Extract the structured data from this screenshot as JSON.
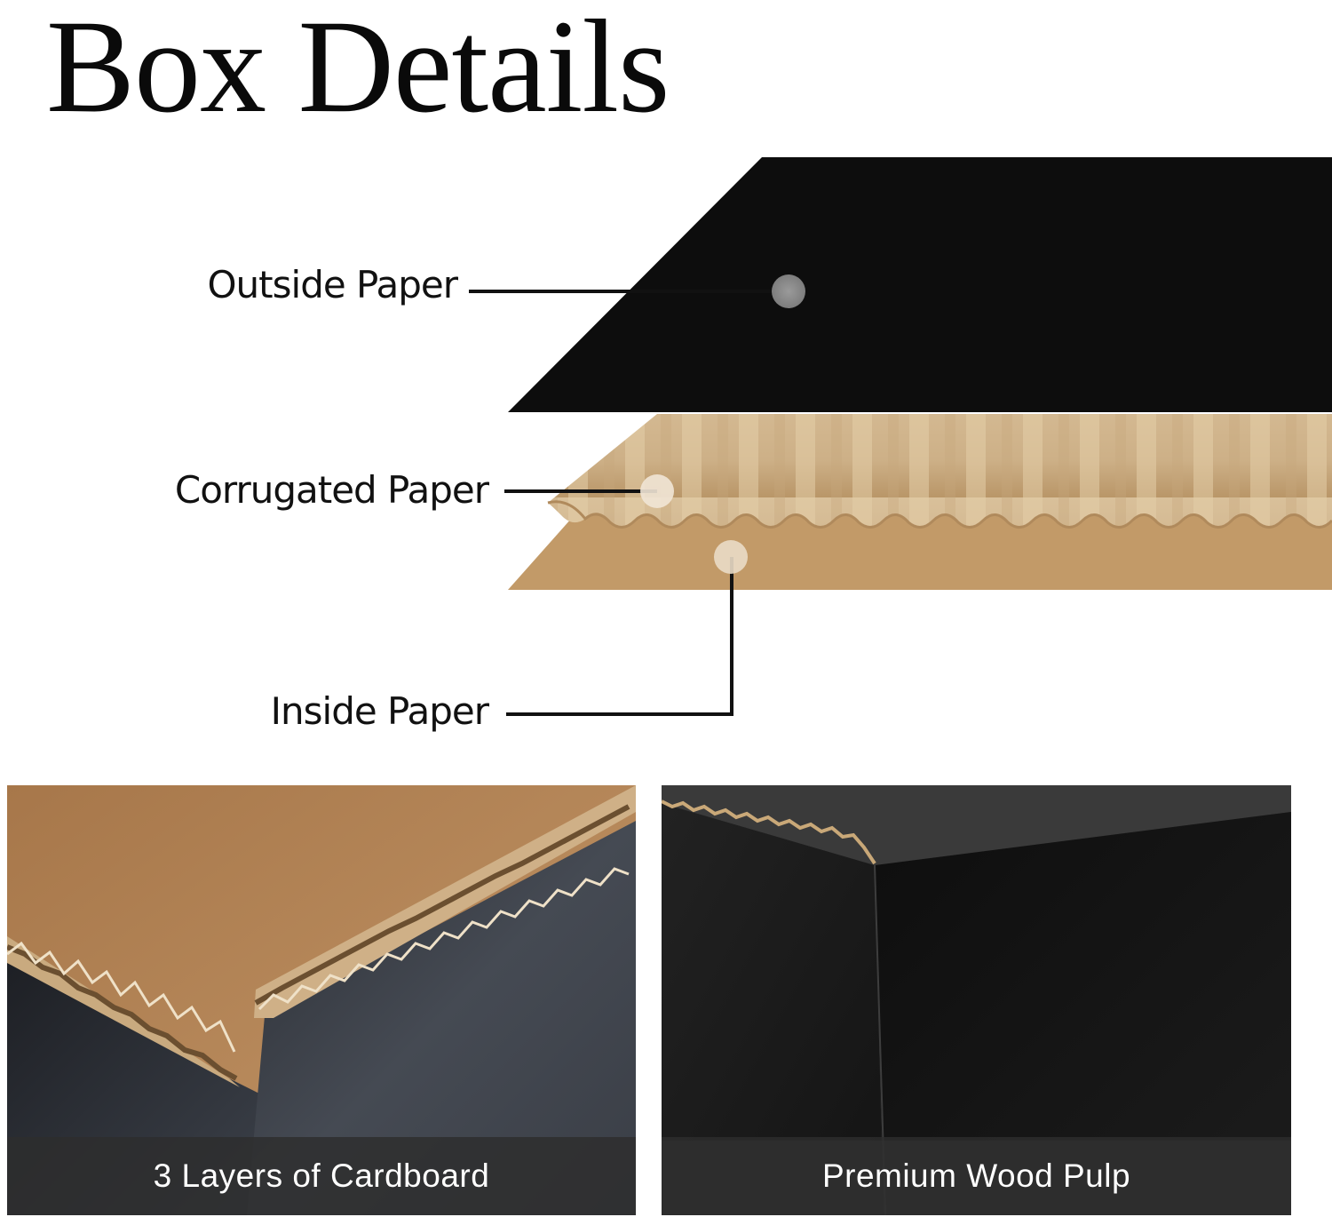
{
  "title": "Box Details",
  "layers": {
    "outside": "Outside Paper",
    "corrugated": "Corrugated Paper",
    "inside": "Inside Paper"
  },
  "photos": {
    "left_caption": "3 Layers of Cardboard",
    "right_caption": "Premium Wood Pulp"
  },
  "colors": {
    "outside_paper": "#0d0d0d",
    "corrugated_paper": "#d8bf96",
    "inside_paper": "#c29a68"
  }
}
